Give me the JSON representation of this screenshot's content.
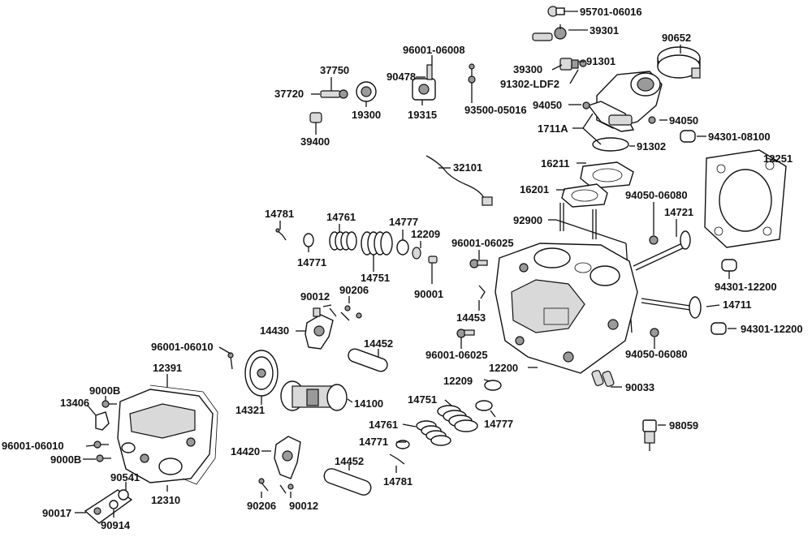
{
  "labels": {
    "p95701": "95701-06016",
    "p39301": "39301",
    "p90652": "90652",
    "p96001_06008": "96001-06008",
    "p90478": "90478",
    "p39300": "39300",
    "p91301": "91301",
    "p91302_ldf2": "91302-LDF2",
    "p37750": "37750",
    "p37720": "37720",
    "p19300": "19300",
    "p19315": "19315",
    "p93500": "93500-05016",
    "p94050_a": "94050",
    "p94050_b": "94050",
    "p1711a": "1711A",
    "p91302": "91302",
    "p94301_08100": "94301-08100",
    "p39400": "39400",
    "p32101": "32101",
    "p16211": "16211",
    "p12251": "12251",
    "p16201": "16201",
    "p94050_06080_a": "94050-06080",
    "p14781_a": "14781",
    "p14761_a": "14761",
    "p14777_a": "14777",
    "p12209_a": "12209",
    "p92900": "92900",
    "p14721": "14721",
    "p96001_06025_a": "96001-06025",
    "p14771_a": "14771",
    "p14751_a": "14751",
    "p90001": "90001",
    "p94301_12200_a": "94301-12200",
    "p90012_a": "90012",
    "p90206_a": "90206",
    "p14453": "14453",
    "p14711": "14711",
    "p14430": "14430",
    "p96001_06025_b": "96001-06025",
    "p94301_12200_b": "94301-12200",
    "p96001_06010_a": "96001-06010",
    "p14452_a": "14452",
    "p94050_06080_b": "94050-06080",
    "p12391": "12391",
    "p12200": "12200",
    "p12209_b": "12209",
    "p90033": "90033",
    "p9000b_a": "9000B",
    "p14321": "14321",
    "p14100": "14100",
    "p14751_b": "14751",
    "p14777_b": "14777",
    "p13406": "13406",
    "p98059": "98059",
    "p14761_b": "14761",
    "p96001_06010_b": "96001-06010",
    "p14771_b": "14771",
    "p9000b_b": "9000B",
    "p14420": "14420",
    "p14452_b": "14452",
    "p90541": "90541",
    "p14781_b": "14781",
    "p12310": "12310",
    "p90017": "90017",
    "p90206_b": "90206",
    "p90012_b": "90012",
    "p90914": "90914"
  }
}
